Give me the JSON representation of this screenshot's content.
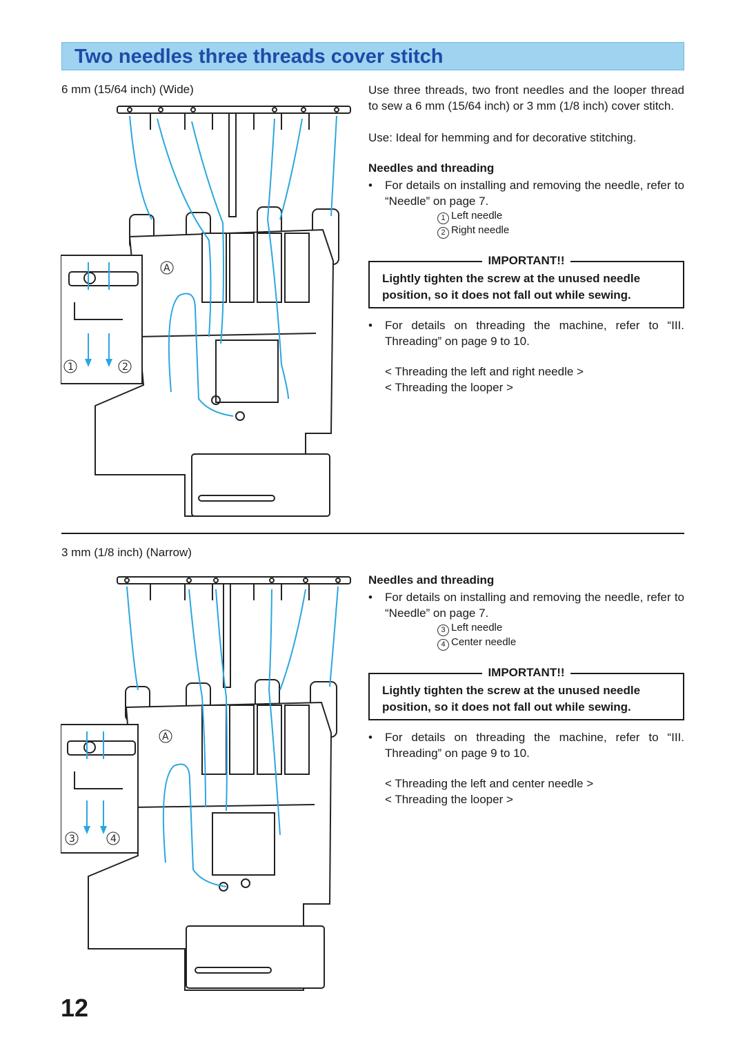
{
  "title": "Two needles three threads cover stitch",
  "top": {
    "caption": "6 mm (15/64 inch) (Wide)",
    "intro": "Use three threads, two front needles and the looper thread to sew a  6 mm (15/64 inch) or 3 mm (1/8 inch) cover stitch.",
    "use": "Use: Ideal for hemming and for decorative stitching.",
    "heading": "Needles and threading",
    "bullet1": "For details on installing and removing the needle, refer to “Needle” on page 7.",
    "needles": [
      {
        "num": "1",
        "label": "Left needle"
      },
      {
        "num": "2",
        "label": "Right needle"
      }
    ],
    "important_label": "IMPORTANT!!",
    "important_text": "Lightly tighten the screw at the unused needle position, so it does not fall out while sewing.",
    "bullet2": "For details on threading the machine, refer to “III. Threading” on page 9 to 10.",
    "thread1": "< Threading the left and right needle >",
    "thread2": "< Threading the looper >",
    "figure_marks": {
      "a": "A",
      "n1": "1",
      "n2": "2"
    }
  },
  "bottom": {
    "caption": "3 mm (1/8 inch) (Narrow)",
    "heading": "Needles and threading",
    "bullet1": "For details on installing and removing the needle, refer to “Needle” on page 7.",
    "needles": [
      {
        "num": "3",
        "label": "Left needle"
      },
      {
        "num": "4",
        "label": "Center needle"
      }
    ],
    "important_label": "IMPORTANT!!",
    "important_text": "Lightly tighten the screw at the unused needle position, so it does not fall out while sewing.",
    "bullet2": "For details on threading the machine, refer to “III. Threading” on page 9 to 10.",
    "thread1": "< Threading the left and center needle >",
    "thread2": "< Threading the looper >",
    "figure_marks": {
      "a": "A",
      "n1": "3",
      "n2": "4"
    }
  },
  "page_number": "12",
  "colors": {
    "title_bg": "#9fd3f0",
    "title_text": "#1c4ba8",
    "thread": "#2aa6e0"
  }
}
